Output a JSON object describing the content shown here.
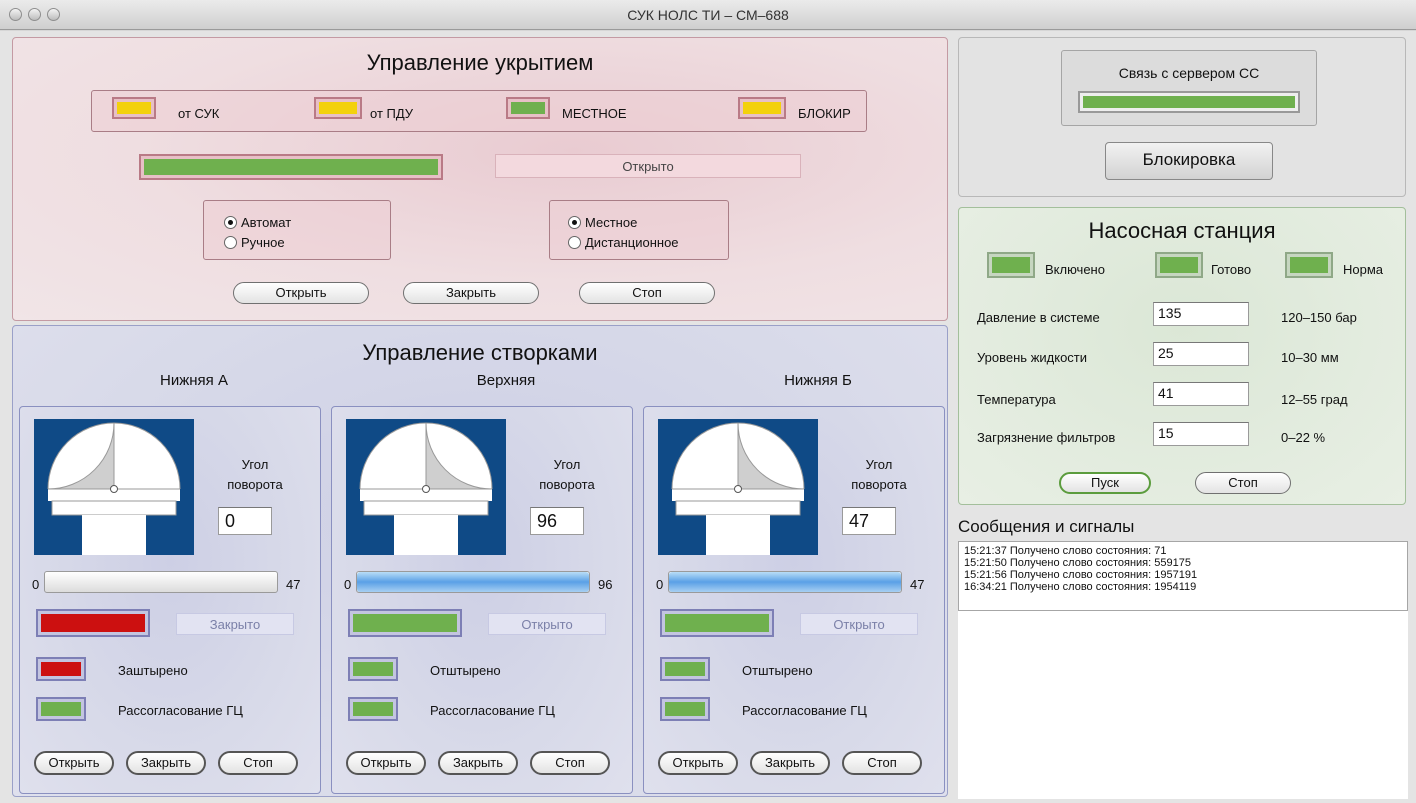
{
  "window": {
    "title": "СУК НОЛС ТИ – СМ–688"
  },
  "cover": {
    "title": "Управление укрытием",
    "indicators": [
      {
        "label": "от СУК",
        "color": "#f3d10c"
      },
      {
        "label": "от ПДУ",
        "color": "#f3d10c"
      },
      {
        "label": "МЕСТНОЕ",
        "color": "#6fb04e"
      },
      {
        "label": "БЛОКИР",
        "color": "#f3d10c"
      }
    ],
    "progress": 1.0,
    "status": "Открыто",
    "mode_radios": [
      {
        "label": "Автомат",
        "checked": true
      },
      {
        "label": "Ручное",
        "checked": false
      }
    ],
    "control_radios": [
      {
        "label": "Местное",
        "checked": true
      },
      {
        "label": "Дистанционное",
        "checked": false
      }
    ],
    "buttons": {
      "open": "Открыть",
      "close": "Закрыть",
      "stop": "Стоп"
    }
  },
  "flaps": {
    "title": "Управление створками",
    "angle_label_1": "Угол",
    "angle_label_2": "поворота",
    "buttons": {
      "open": "Открыть",
      "close": "Закрыть",
      "stop": "Стоп"
    },
    "items": [
      {
        "name": "Нижняя А",
        "angle": "0",
        "slider_min": "0",
        "slider_max": "47",
        "slider_fraction": 0.0,
        "status_color": "#cc1010",
        "status": "Закрыто",
        "ind1_label": "Заштырено",
        "ind1_color": "#cc1010",
        "ind2_label": "Рассогласование ГЦ",
        "ind2_color": "#6fb04e"
      },
      {
        "name": "Верхняя",
        "angle": "96",
        "slider_min": "0",
        "slider_max": "96",
        "slider_fraction": 1.0,
        "status_color": "#6fb04e",
        "status": "Открыто",
        "ind1_label": "Отштырено",
        "ind1_color": "#6fb04e",
        "ind2_label": "Рассогласование ГЦ",
        "ind2_color": "#6fb04e"
      },
      {
        "name": "Нижняя Б",
        "angle": "47",
        "slider_min": "0",
        "slider_max": "47",
        "slider_fraction": 1.0,
        "status_color": "#6fb04e",
        "status": "Открыто",
        "ind1_label": "Отштырено",
        "ind1_color": "#6fb04e",
        "ind2_label": "Рассогласование ГЦ",
        "ind2_color": "#6fb04e"
      }
    ]
  },
  "server": {
    "label": "Связь с сервером СС",
    "link_color": "#6fb04e",
    "block_button": "Блокировка"
  },
  "pump": {
    "title": "Насосная станция",
    "indicators": [
      {
        "label": "Включено",
        "color": "#6fb04e"
      },
      {
        "label": "Готово",
        "color": "#6fb04e"
      },
      {
        "label": "Норма",
        "color": "#6fb04e"
      }
    ],
    "params": [
      {
        "label": "Давление в системе",
        "value": "135",
        "range": "120–150 бар"
      },
      {
        "label": "Уровень жидкости",
        "value": "25",
        "range": "10–30 мм"
      },
      {
        "label": "Температура",
        "value": "41",
        "range": "12–55 град"
      },
      {
        "label": "Загрязнение фильтров",
        "value": "15",
        "range": "0–22 %"
      }
    ],
    "buttons": {
      "start": "Пуск",
      "stop": "Стоп"
    }
  },
  "messages": {
    "title": "Сообщения и сигналы",
    "lines": [
      "15:21:37 Получено слово состояния: 71",
      "15:21:50 Получено слово состояния: 559175",
      "15:21:56 Получено слово состояния: 1957191",
      "16:34:21 Получено слово состояния: 1954119"
    ]
  }
}
